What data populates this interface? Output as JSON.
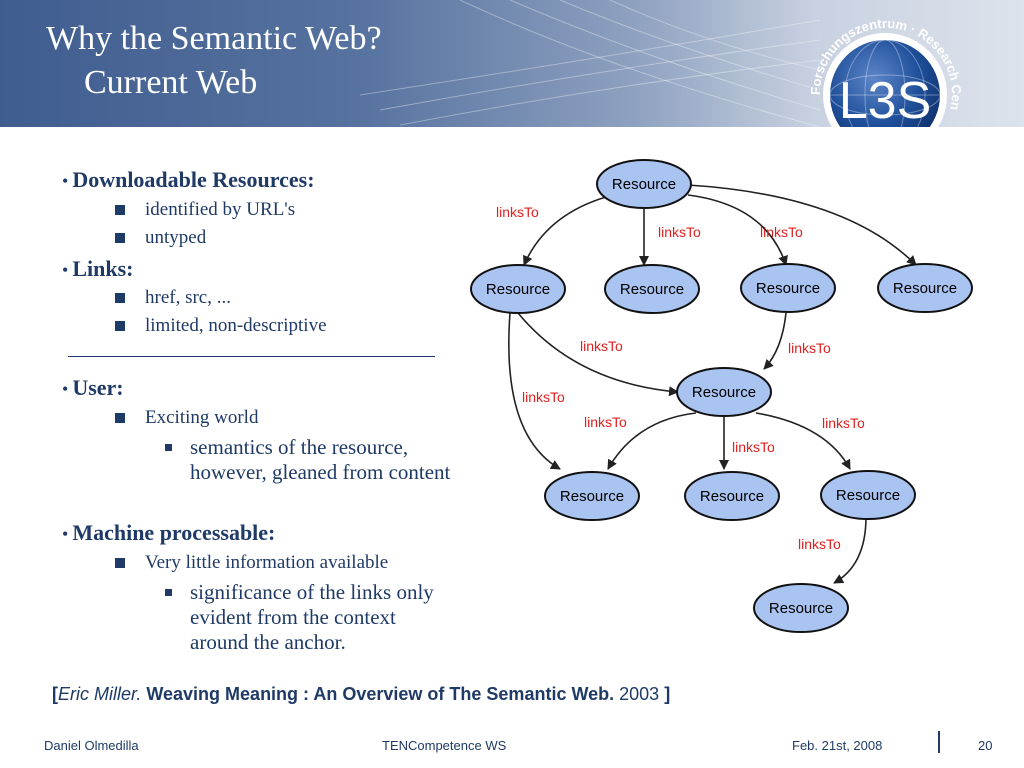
{
  "slide": {
    "title_line1": "Why the Semantic Web?",
    "title_line2": "Current Web"
  },
  "logo": {
    "text": "L3S",
    "ring_text": "Forschungszentrum · Research Center"
  },
  "content": {
    "sections": [
      {
        "bullet": "•",
        "heading": "Downloadable Resources:",
        "items": [
          "identified by URL's",
          "untyped"
        ]
      },
      {
        "bullet": "•",
        "heading": "Links:",
        "items": [
          "href, src, ...",
          "limited, non-descriptive"
        ]
      },
      {
        "bullet": "•",
        "heading": "User:",
        "items": [
          "Exciting world"
        ],
        "subitems": [
          "semantics of the resource,",
          "however, gleaned from content"
        ]
      },
      {
        "bullet": "•",
        "heading": "Machine processable:",
        "items": [
          "Very little information available"
        ],
        "subitems": [
          "significance of the links only",
          "evident from the context",
          "around the anchor."
        ]
      }
    ]
  },
  "diagram": {
    "nodes": [
      "Resource",
      "Resource",
      "Resource",
      "Resource",
      "Resource",
      "Resource",
      "Resource",
      "Resource",
      "Resource",
      "Resource"
    ],
    "edge_labels": [
      "linksTo",
      "linksTo",
      "linksTo",
      "linksTo",
      "linksTo",
      "linksTo",
      "linksTo",
      "linksTo",
      "linksTo",
      "linksTo"
    ],
    "colors": {
      "node_fill": "#aac4f2",
      "edge_label": "#e02020"
    }
  },
  "citation": {
    "open": "[",
    "author": "Eric Miller.",
    "title": "Weaving Meaning : An Overview of The Semantic Web.",
    "year": "2003",
    "close": "]"
  },
  "footer": {
    "author": "Daniel Olmedilla",
    "event": "TENCompetence WS",
    "date": "Feb. 21st, 2008",
    "page": "20"
  }
}
